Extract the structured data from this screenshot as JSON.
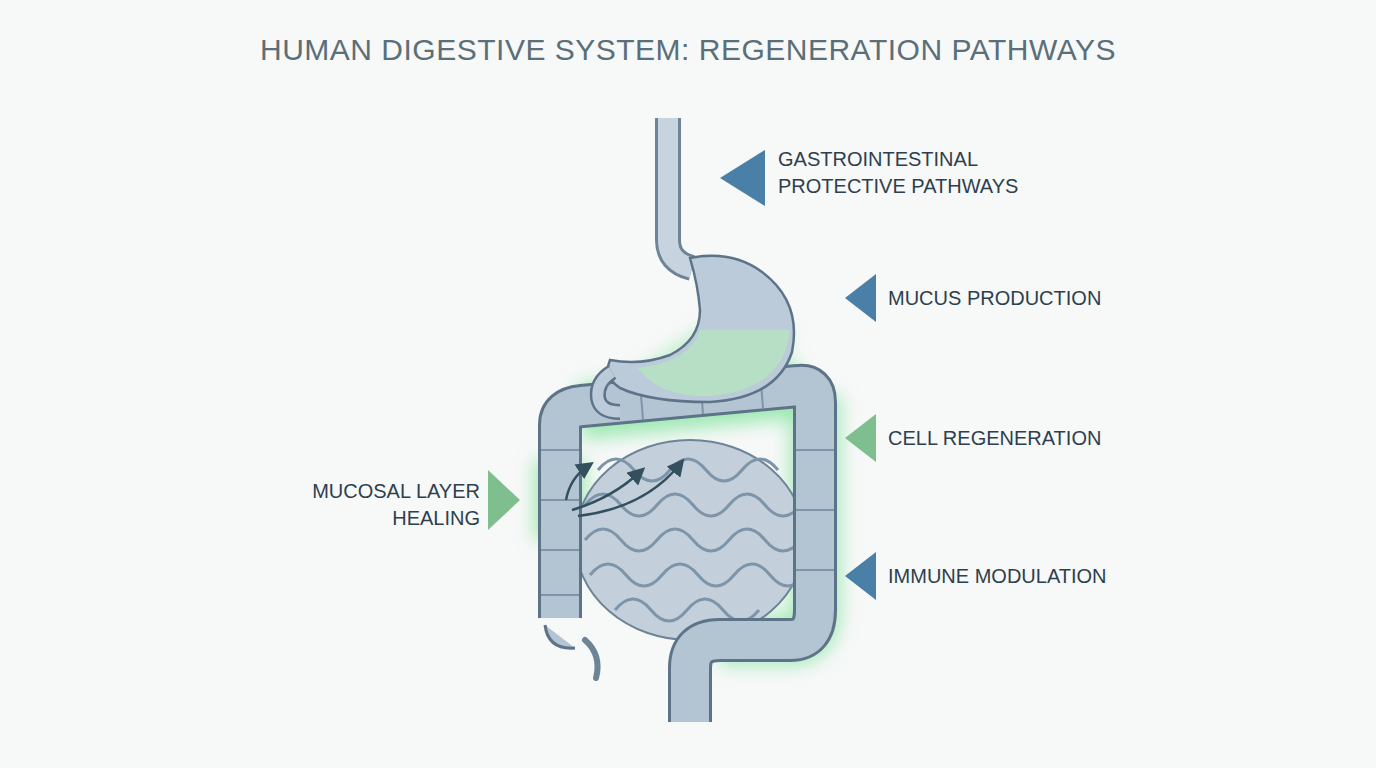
{
  "diagram": {
    "title": "HUMAN DIGESTIVE SYSTEM: REGENERATION PATHWAYS",
    "labels": [
      "GASTROINTESTINAL PROTECTIVE PATHWAYS",
      "MUCUS PRODUCTION",
      "CELL REGENERATION",
      "IMMUNE MODULATION",
      "MUCOSAL LAYER HEALING"
    ]
  }
}
